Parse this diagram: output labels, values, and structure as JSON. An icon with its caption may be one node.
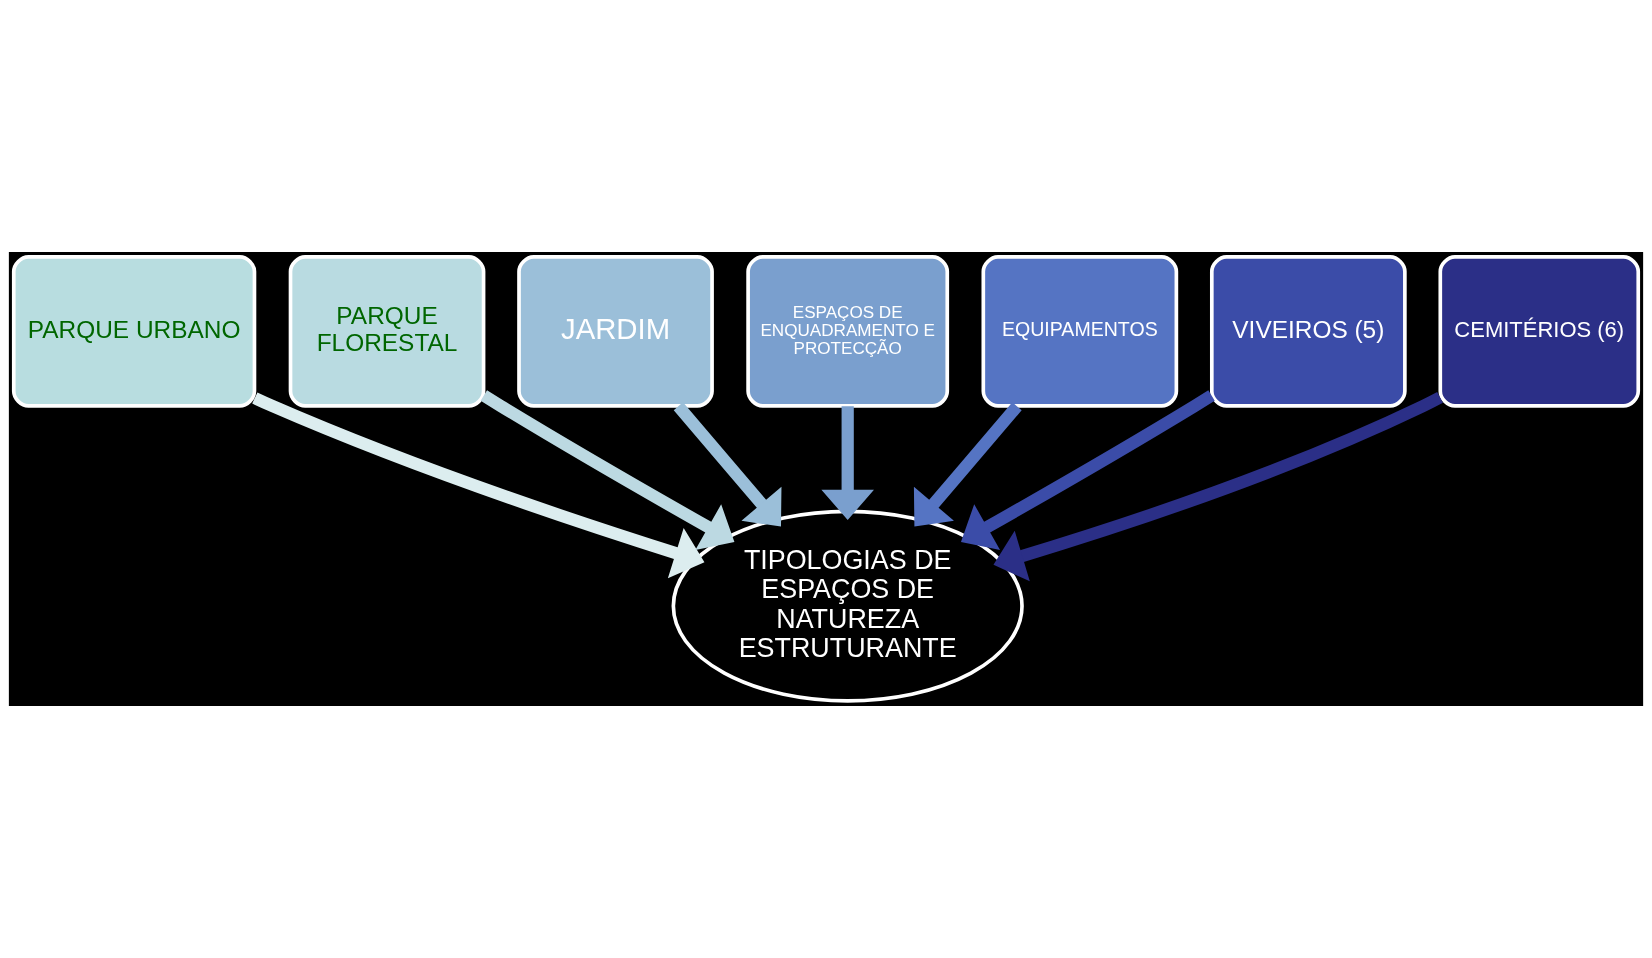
{
  "diagram": {
    "nodes": [
      {
        "text": [
          "TIPOLOGIAS DE ESPAÇOS DE NATUREZA ESTRUTURANTE"
        ]
      },
      {
        "text": [
          "PARQUE URBANO"
        ]
      },
      {
        "text": [
          "PARQUE FLORESTAL"
        ]
      },
      {
        "text": [
          "JARDIM"
        ]
      },
      {
        "text": [
          "ESPAÇOS DE ENQUADRAMENTO E PROTECÇÃO"
        ]
      },
      {
        "text": [
          "EQUIPAMENTOS"
        ]
      },
      {
        "text": [
          "VIVEIROS (5)"
        ]
      },
      {
        "text": [
          "CEMITÉRIOS (6)"
        ]
      }
    ],
    "edges": [
      {
        "from": 1,
        "to": 0,
        "arrow": "to",
        "color": "#dcedef"
      },
      {
        "from": 2,
        "to": 0,
        "arrow": "to",
        "color": "#bcd9e2"
      },
      {
        "from": 3,
        "to": 0,
        "arrow": "to",
        "color": "#9bbfd9"
      },
      {
        "from": 4,
        "to": 0,
        "arrow": "to",
        "color": "#7a9fce"
      },
      {
        "from": 5,
        "to": 0,
        "arrow": "to",
        "color": "#5574c3"
      },
      {
        "from": 6,
        "to": 0,
        "arrow": "to",
        "color": "#3b4ca8"
      },
      {
        "from": 7,
        "to": 0,
        "arrow": "to",
        "color": "#2b2f87"
      }
    ]
  }
}
